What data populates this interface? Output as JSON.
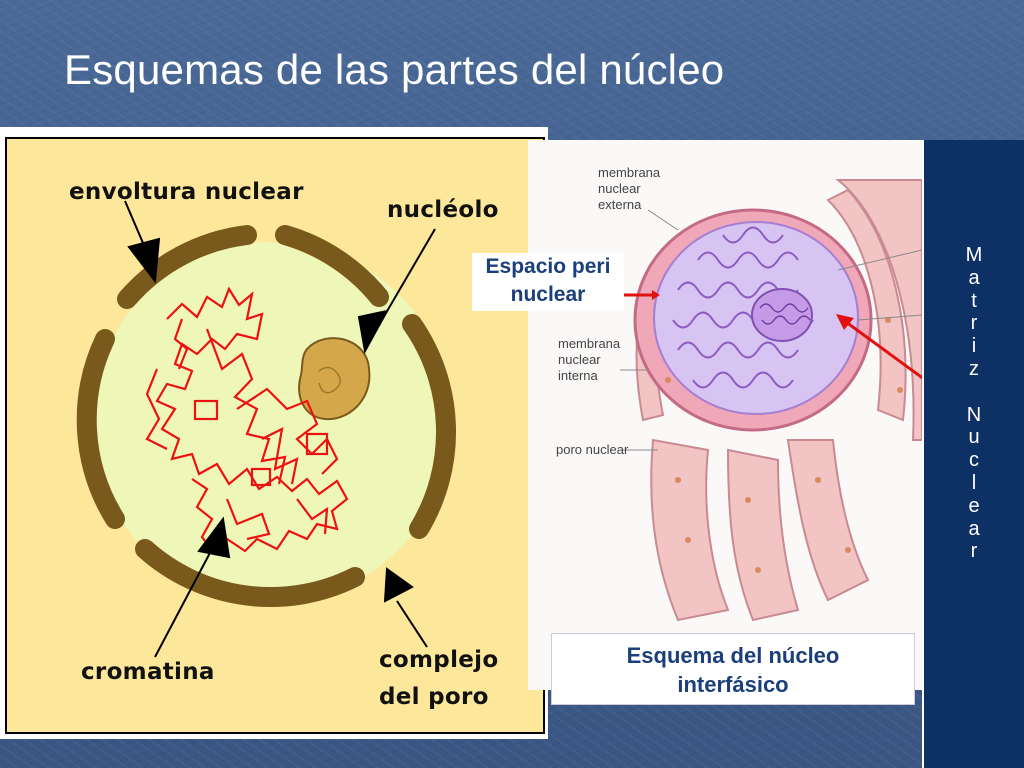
{
  "slide": {
    "title": "Esquemas de las partes del núcleo"
  },
  "left_diagram": {
    "labels": {
      "envoltura": "envoltura nuclear",
      "nucleolo": "nucléolo",
      "cromatina": "cromatina",
      "complejo_line1": "complejo",
      "complejo_line2": "del poro"
    }
  },
  "right_diagram": {
    "small_labels": {
      "membrana_externa_1": "membrana",
      "membrana_externa_2": "nuclear",
      "membrana_externa_3": "externa",
      "membrana_interna_1": "membrana",
      "membrana_interna_2": "nuclear",
      "membrana_interna_3": "interna",
      "poro": "poro nuclear"
    },
    "peri_line1": "Espacio peri",
    "peri_line2": "nuclear",
    "caption_line1": "Esquema del núcleo",
    "caption_line2": "interfásico"
  },
  "side_column": {
    "letters": [
      "M",
      "a",
      "t",
      "r",
      "i",
      "z",
      "",
      "N",
      "u",
      "c",
      "l",
      "e",
      "a",
      "r"
    ]
  },
  "colors": {
    "background": "#425f8f",
    "diagram_fill": "#fde79a",
    "envelope": "#7a5a1c",
    "nucleoplasm": "#eef7b8",
    "chromatin": "#ee1111",
    "nucleolus": "#d4a84a",
    "label_blue": "#1b3f7a",
    "side_column": "#0d3065"
  }
}
